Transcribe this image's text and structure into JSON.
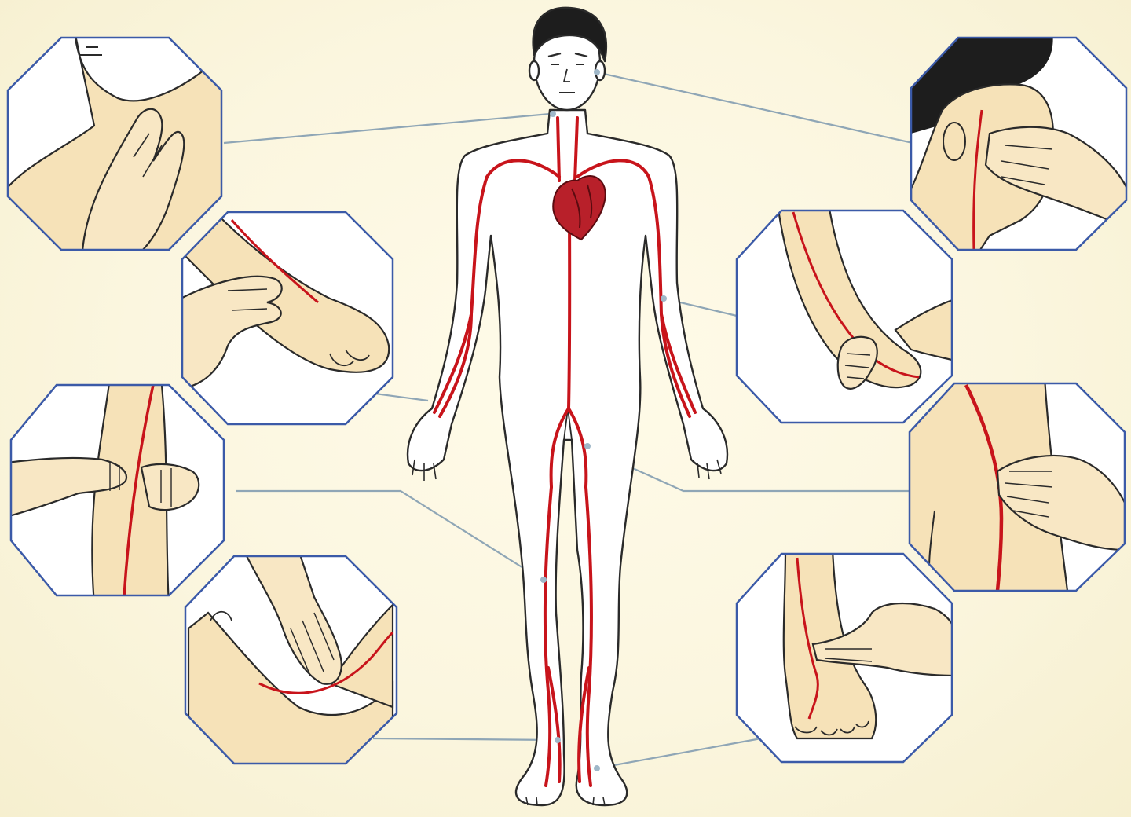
{
  "colors": {
    "background": "#fbf6df",
    "artery": "#c8141b",
    "heart": "#b8202a",
    "skin": "#f6e2b8",
    "outline": "#2a2a2a",
    "octagon_border": "#3b5aa8",
    "connector": "#8fa6b6"
  },
  "figure": {
    "subject": "human-body-front-view",
    "highlighted": [
      "heart",
      "arteries"
    ]
  },
  "pulse_points": [
    {
      "id": "carotid",
      "side": "left",
      "panel_icon": "neck-palpation-icon"
    },
    {
      "id": "radial",
      "side": "left",
      "panel_icon": "wrist-palpation-icon"
    },
    {
      "id": "femoral",
      "side": "left",
      "panel_icon": "thigh-palpation-icon"
    },
    {
      "id": "posterior-tibial",
      "side": "left",
      "panel_icon": "ankle-palpation-icon"
    },
    {
      "id": "temporal",
      "side": "right",
      "panel_icon": "temple-palpation-icon"
    },
    {
      "id": "brachial",
      "side": "right",
      "panel_icon": "arm-palpation-icon"
    },
    {
      "id": "popliteal",
      "side": "right",
      "panel_icon": "knee-palpation-icon"
    },
    {
      "id": "dorsalis-pedis",
      "side": "right",
      "panel_icon": "foot-palpation-icon"
    }
  ]
}
